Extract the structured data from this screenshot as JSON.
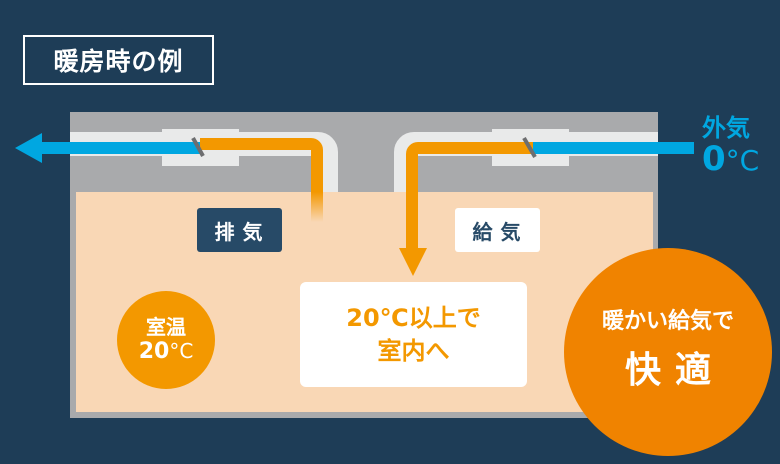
{
  "title": "暖房時の例",
  "labels": {
    "exhaust": "排気",
    "supply": "給気"
  },
  "outside_air": {
    "label": "外気",
    "temp_value": "0",
    "temp_unit": "°C"
  },
  "room_temperature": {
    "label": "室温",
    "temp_value": "20",
    "temp_unit": "°C"
  },
  "supply_note": {
    "line1": "20℃以上で",
    "line2": "室内へ"
  },
  "comfort_badge": {
    "line1": "暖かい給気で",
    "line2": "快適"
  },
  "colors": {
    "background": "#1e3d57",
    "house_wall": "#a9aaac",
    "room_interior": "#f9d7b5",
    "duct": "#e9eaea",
    "cold_air": "#00a7e1",
    "warm_air": "#f39800",
    "comfort_circle": "#f08300",
    "label_dark": "#274a67"
  }
}
